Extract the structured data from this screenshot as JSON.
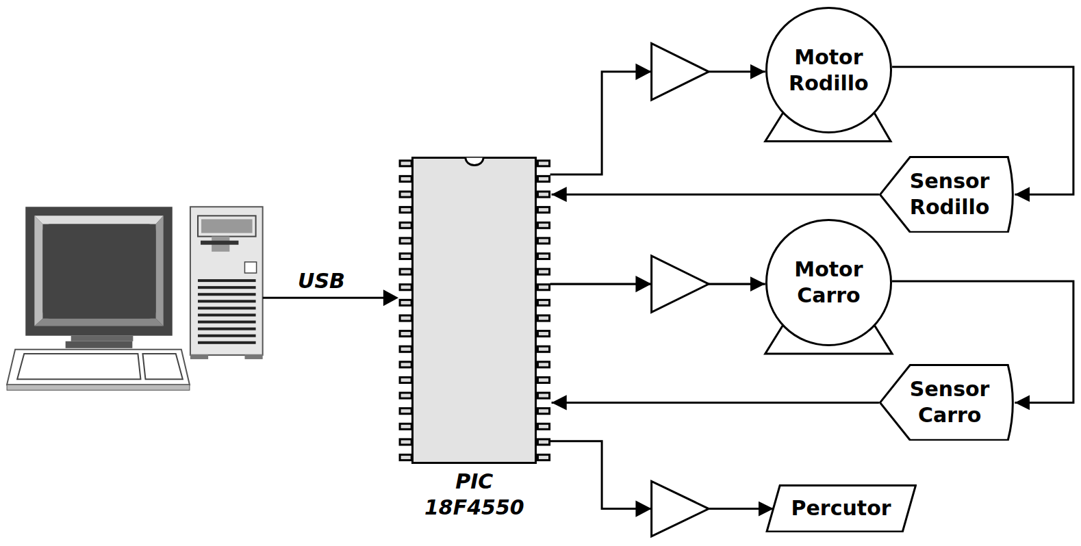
{
  "diagram": {
    "nodes": [
      {
        "text": [
          "PIC 18F4550"
        ]
      },
      {
        "text": [
          "Motor Rodillo"
        ]
      },
      {
        "text": [
          "Sensor Rodillo"
        ]
      },
      {
        "text": [
          "Motor Carro"
        ]
      },
      {
        "text": [
          "Sensor Carro"
        ]
      },
      {
        "text": [
          "Percutor"
        ]
      }
    ],
    "edges": [
      {
        "from": 0,
        "to": 1,
        "arrow": "to"
      },
      {
        "from": 1,
        "to": 2,
        "arrow": "to"
      },
      {
        "from": 2,
        "to": 0,
        "arrow": "to"
      },
      {
        "from": 0,
        "to": 3,
        "arrow": "to"
      },
      {
        "from": 3,
        "to": 4,
        "arrow": "to"
      },
      {
        "from": 4,
        "to": 0,
        "arrow": "to"
      },
      {
        "from": 0,
        "to": 5,
        "arrow": "to"
      }
    ],
    "labels": [
      "USB"
    ]
  }
}
